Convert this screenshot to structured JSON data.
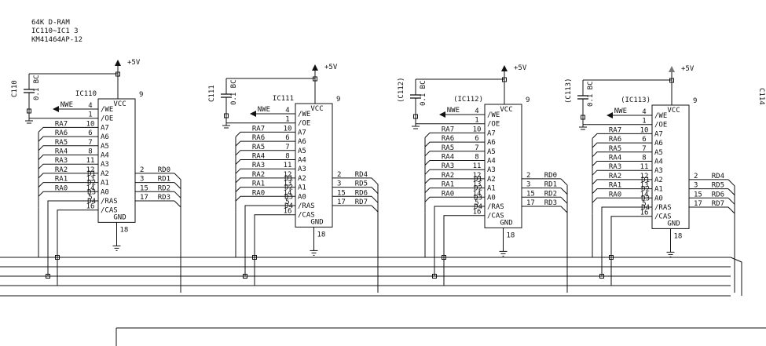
{
  "header": {
    "line1": "64K D-RAM",
    "line2": "IC110~IC1 3",
    "line3": "KM41464AP-12"
  },
  "power_label": "+5V",
  "cap_value": "0.1 BC",
  "nwe_label": "NWE",
  "chips": [
    {
      "name": "IC110",
      "cap": "C110",
      "data_out": [
        "RD0",
        "RD1",
        "RD2",
        "RD3"
      ]
    },
    {
      "name": "IC111",
      "cap": "C111",
      "data_out": [
        "RD4",
        "RD5",
        "RD6",
        "RD7"
      ]
    },
    {
      "name": "(IC112)",
      "cap": "(C112)",
      "data_out": [
        "RD0",
        "RD1",
        "RD2",
        "RD3"
      ]
    },
    {
      "name": "(IC113)",
      "cap": "(C113)",
      "data_out": [
        "RD4",
        "RD5",
        "RD6",
        "RD7"
      ]
    }
  ],
  "left_pins": [
    {
      "num": "4",
      "label": "/WE"
    },
    {
      "num": "1",
      "label": "/OE"
    },
    {
      "num": "10",
      "label": "A7"
    },
    {
      "num": "6",
      "label": "A6"
    },
    {
      "num": "7",
      "label": "A5"
    },
    {
      "num": "8",
      "label": "A4"
    },
    {
      "num": "11",
      "label": "A3"
    },
    {
      "num": "12",
      "label": "A2"
    },
    {
      "num": "13",
      "label": "A1"
    },
    {
      "num": "14",
      "label": "A0"
    },
    {
      "num": "5",
      "label": "/RAS"
    },
    {
      "num": "16",
      "label": "/CAS"
    }
  ],
  "right_pins": [
    {
      "num": "2",
      "label": "D1"
    },
    {
      "num": "3",
      "label": "D2"
    },
    {
      "num": "15",
      "label": "D3"
    },
    {
      "num": "17",
      "label": "D4"
    }
  ],
  "address_lines": [
    "RA7",
    "RA6",
    "RA5",
    "RA4",
    "RA3",
    "RA2",
    "RA1",
    "RA0"
  ],
  "vcc_label": "VCC",
  "gnd_label": "GND",
  "vcc_pin": "9",
  "gnd_pin": "18",
  "edge_label": "C114"
}
